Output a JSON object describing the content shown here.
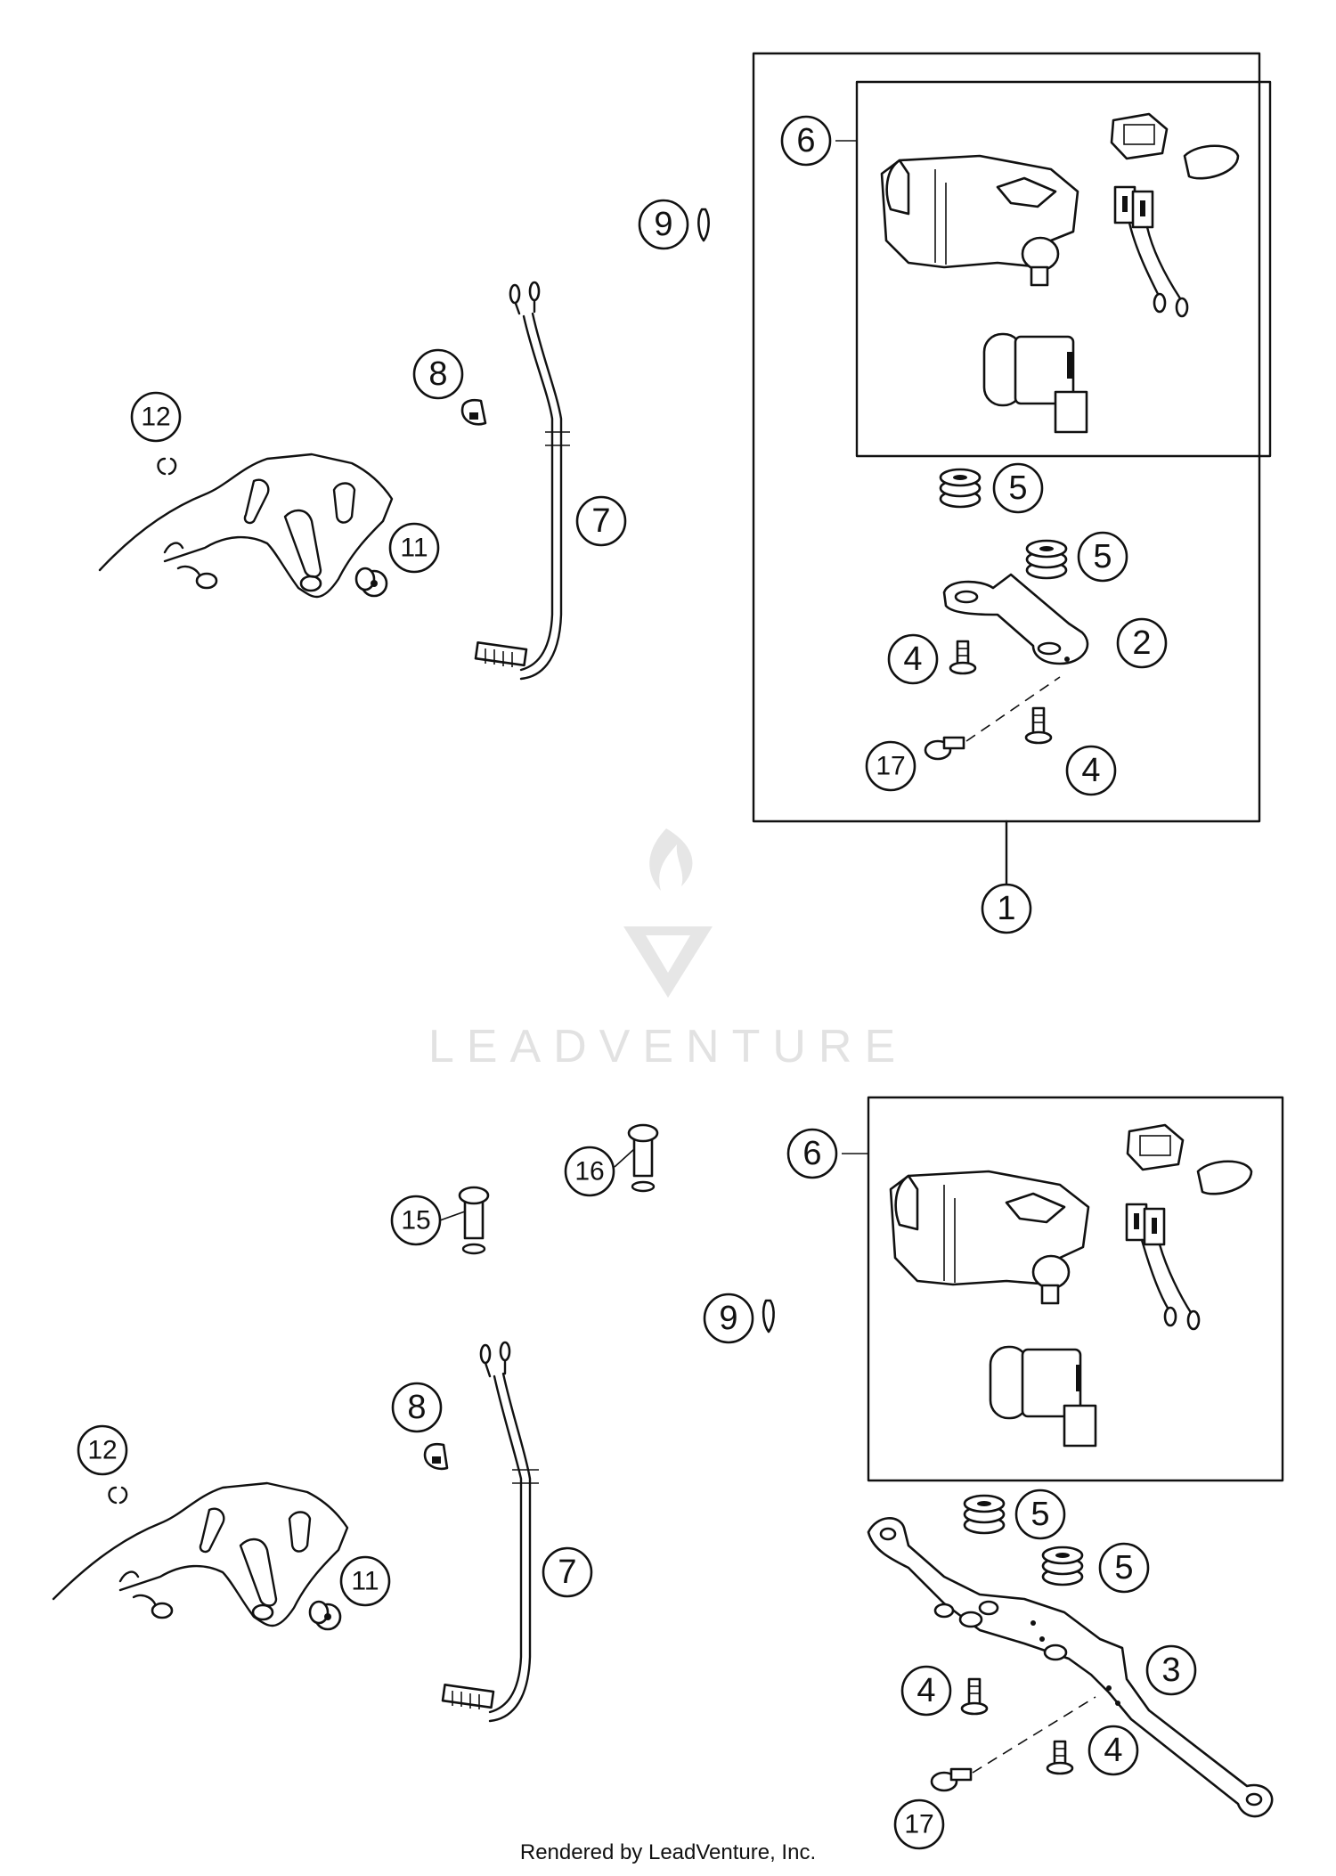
{
  "watermark": {
    "brand": "LEADVENTURE"
  },
  "footer": {
    "text": "Rendered by LeadVenture, Inc."
  },
  "callouts": {
    "top": {
      "n1": "1",
      "n2": "2",
      "n4a": "4",
      "n4b": "4",
      "n5a": "5",
      "n5b": "5",
      "n6": "6",
      "n7": "7",
      "n8": "8",
      "n9": "9",
      "n11": "11",
      "n12": "12",
      "n17": "17"
    },
    "bottom": {
      "n3": "3",
      "n4a": "4",
      "n4b": "4",
      "n5a": "5",
      "n5b": "5",
      "n6": "6",
      "n7": "7",
      "n8": "8",
      "n9": "9",
      "n11": "11",
      "n12": "12",
      "n15": "15",
      "n16": "16",
      "n17": "17"
    }
  }
}
